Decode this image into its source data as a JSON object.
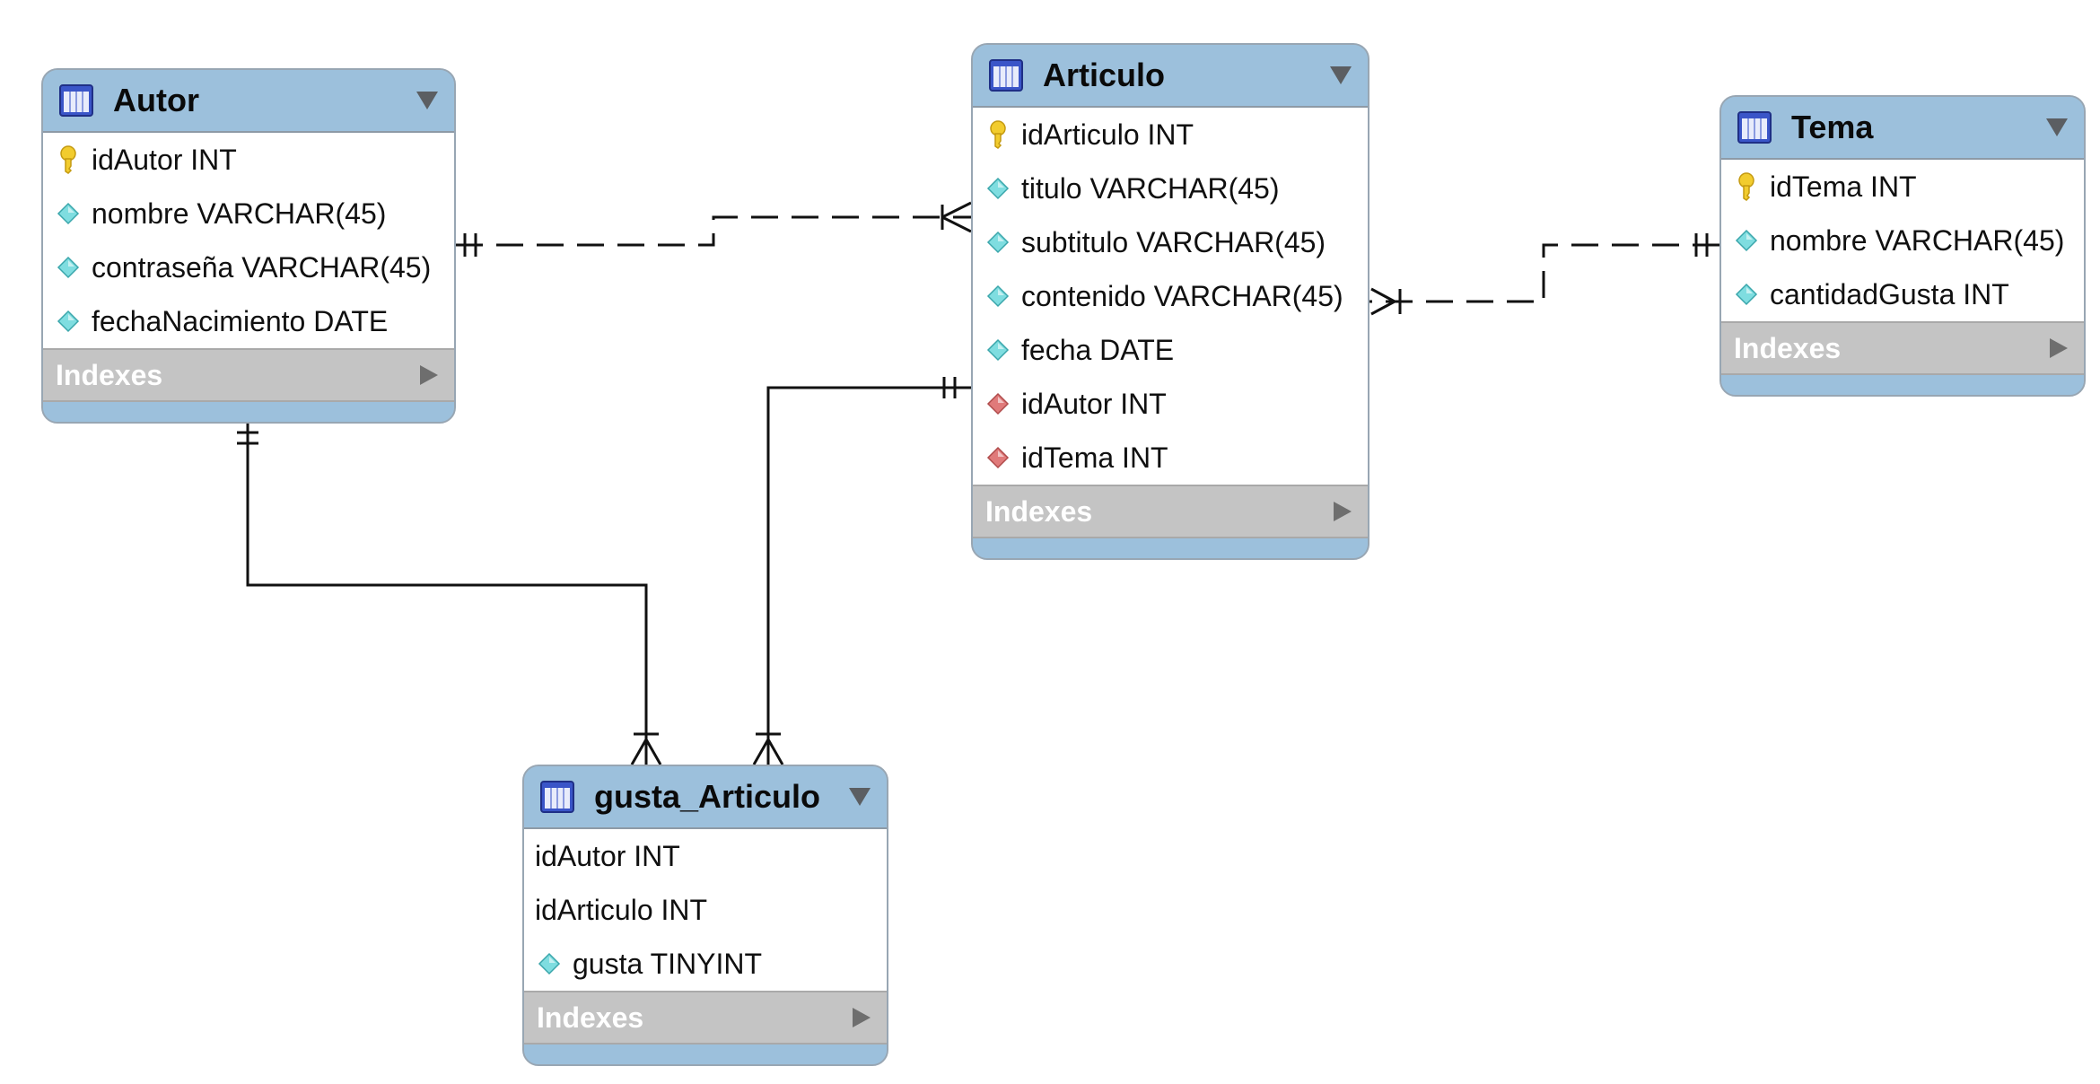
{
  "icons": {
    "table": "table-icon",
    "primary_key": "key-icon",
    "column": "diamond-icon",
    "foreign_key": "red-diamond-icon",
    "collapse": "triangle-down-icon",
    "expand": "triangle-right-icon"
  },
  "colors": {
    "header": "#9cc0dc",
    "indexes_bar": "#c4c4c4",
    "key": "#f2cc2e",
    "column": "#7fdde0",
    "foreign_key": "#e07a7a",
    "line": "#111111"
  },
  "tables": {
    "autor": {
      "title": "Autor",
      "columns": [
        {
          "text": "idAutor INT",
          "kind": "primary_key"
        },
        {
          "text": "nombre VARCHAR(45)",
          "kind": "column"
        },
        {
          "text": "contraseña VARCHAR(45)",
          "kind": "column"
        },
        {
          "text": "fechaNacimiento DATE",
          "kind": "column"
        }
      ],
      "indexes_label": "Indexes"
    },
    "articulo": {
      "title": "Articulo",
      "columns": [
        {
          "text": "idArticulo INT",
          "kind": "primary_key"
        },
        {
          "text": "titulo VARCHAR(45)",
          "kind": "column"
        },
        {
          "text": "subtitulo VARCHAR(45)",
          "kind": "column"
        },
        {
          "text": "contenido VARCHAR(45)",
          "kind": "column"
        },
        {
          "text": "fecha DATE",
          "kind": "column"
        },
        {
          "text": "idAutor INT",
          "kind": "foreign_key"
        },
        {
          "text": "idTema INT",
          "kind": "foreign_key"
        }
      ],
      "indexes_label": "Indexes"
    },
    "tema": {
      "title": "Tema",
      "columns": [
        {
          "text": "idTema INT",
          "kind": "primary_key"
        },
        {
          "text": "nombre VARCHAR(45)",
          "kind": "column"
        },
        {
          "text": "cantidadGusta INT",
          "kind": "column"
        }
      ],
      "indexes_label": "Indexes"
    },
    "gusta_articulo": {
      "title": "gusta_Articulo",
      "columns": [
        {
          "text": "idAutor INT",
          "kind": "none"
        },
        {
          "text": "idArticulo INT",
          "kind": "none"
        },
        {
          "text": "gusta TINYINT",
          "kind": "column"
        }
      ],
      "indexes_label": "Indexes"
    }
  },
  "relationships": [
    {
      "from": "Autor",
      "to": "Articulo",
      "from_end": "one",
      "to_end": "many",
      "style": "dashed"
    },
    {
      "from": "Tema",
      "to": "Articulo",
      "from_end": "one",
      "to_end": "one-or-many",
      "style": "dashed"
    },
    {
      "from": "Autor",
      "to": "gusta_Articulo",
      "from_end": "one",
      "to_end": "one-or-many",
      "style": "solid"
    },
    {
      "from": "Articulo",
      "to": "gusta_Articulo",
      "from_end": "one",
      "to_end": "one-or-many",
      "style": "solid"
    }
  ]
}
